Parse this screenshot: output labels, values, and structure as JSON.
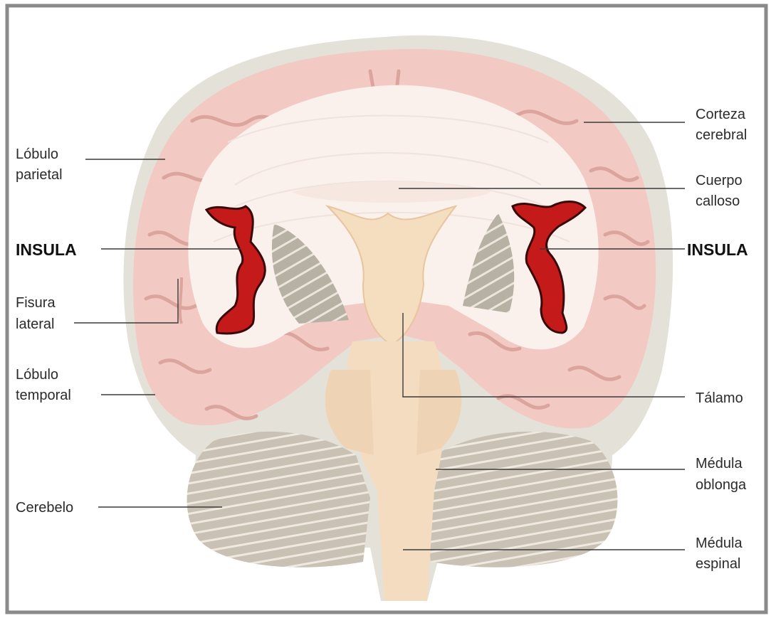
{
  "labels": {
    "lobulo_parietal": [
      "Lóbulo",
      "parietal"
    ],
    "insula_left": "INSULA",
    "fisura_lateral": [
      "Fisura",
      "lateral"
    ],
    "lobulo_temporal": [
      "Lóbulo",
      "temporal"
    ],
    "cerebelo": "Cerebelo",
    "corteza_cerebral": [
      "Corteza",
      "cerebral"
    ],
    "cuerpo_calloso": [
      "Cuerpo",
      "calloso"
    ],
    "insula_right": "INSULA",
    "talamo": "Tálamo",
    "medula_oblonga": [
      "Médula",
      "oblonga"
    ],
    "medula_espinal": [
      "Médula",
      "espinal"
    ]
  },
  "colors": {
    "frame": "#8a8a8a",
    "background": "#ffffff",
    "brain_halo": "#e4e1d8",
    "cortex": "#f2c9c3",
    "cortex_dark": "#dba59d",
    "white_matter": "#faf0ec",
    "insula": "#c41a1a",
    "insula_outline": "#3a0808",
    "basal_ganglia": "#b7b1a4",
    "thalamus": "#f5ddc0",
    "brainstem": "#f4dcc1",
    "cerebellum": "#c9c2b4",
    "cerebellum_lines": "#efe9df",
    "label_text": "#2b2b2b"
  }
}
